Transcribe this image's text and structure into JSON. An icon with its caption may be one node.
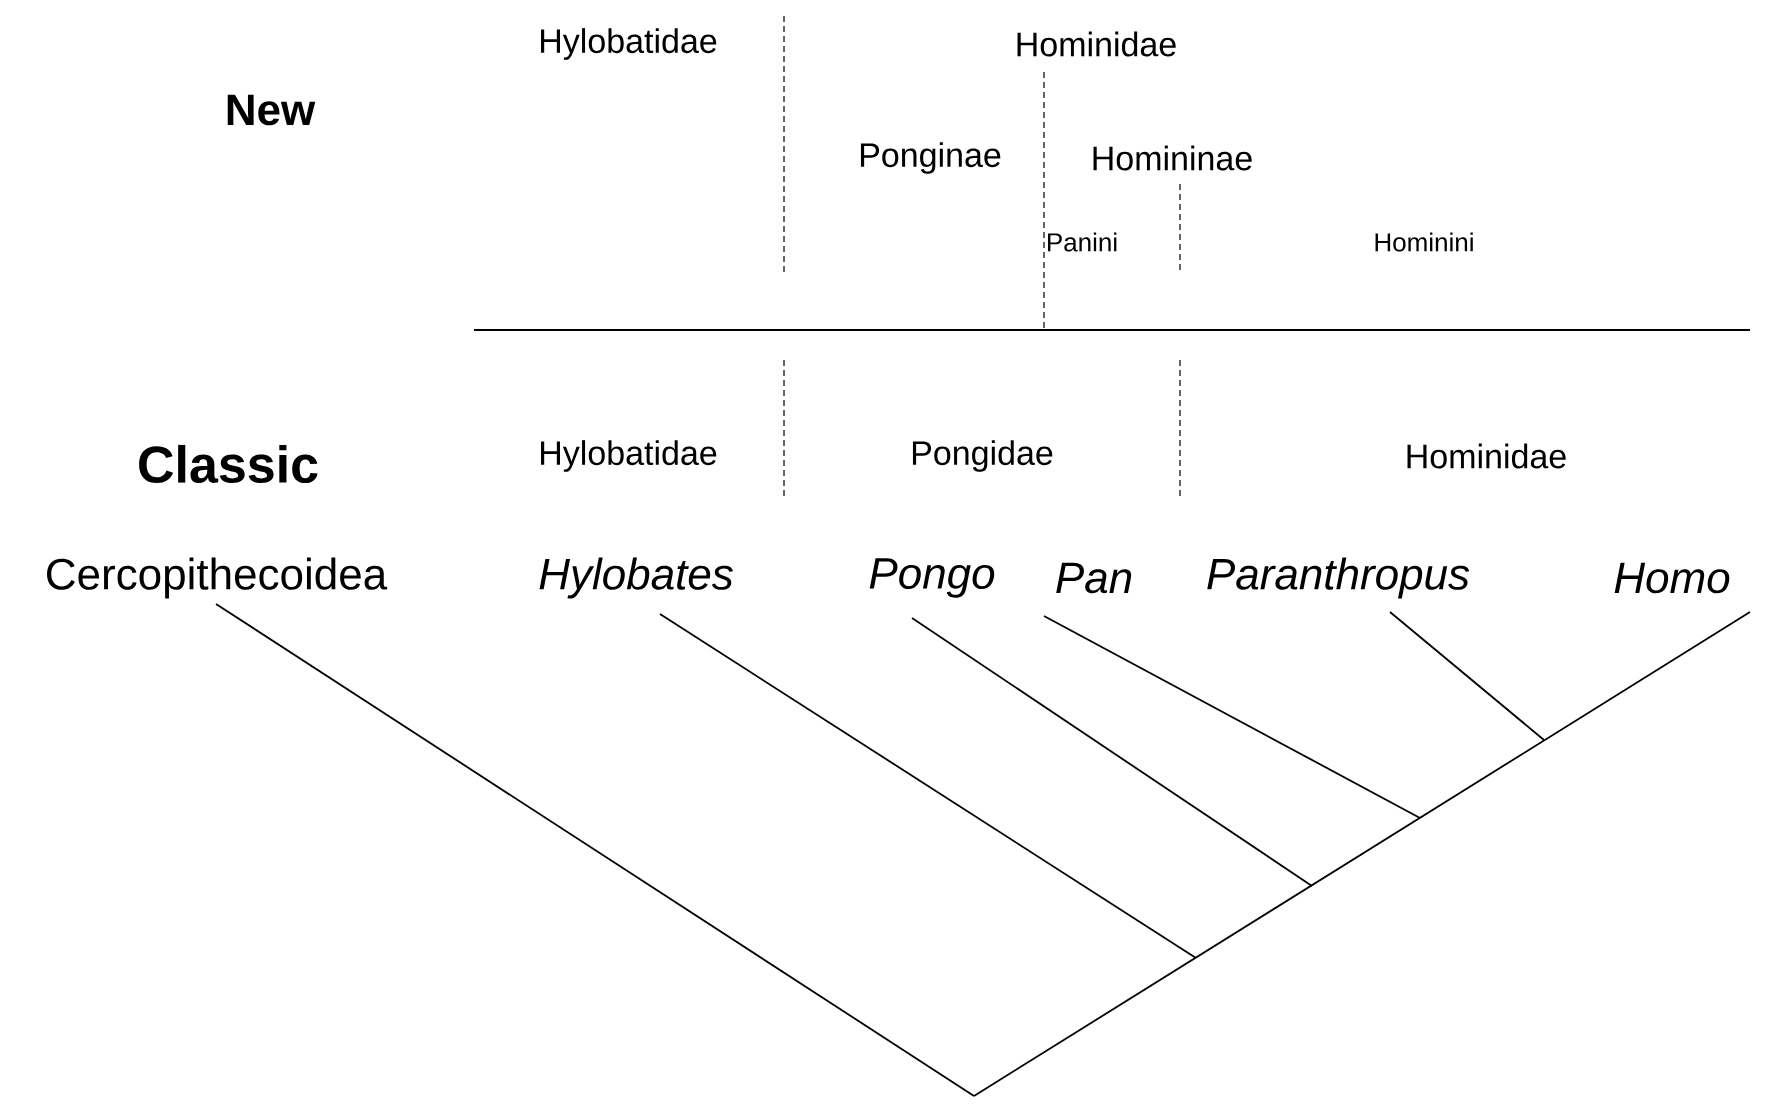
{
  "diagram": {
    "nodes": [
      {
        "text": [
          "Cercopithecoidea"
        ]
      },
      {
        "text": [
          "Hylobates"
        ]
      },
      {
        "text": [
          "Pongo"
        ]
      },
      {
        "text": [
          "Pan"
        ]
      },
      {
        "text": [
          "Paranthropus"
        ]
      },
      {
        "text": [
          "Homo"
        ]
      }
    ],
    "edges": [
      {
        "from": 0,
        "to": null,
        "arrow": "none"
      },
      {
        "from": 1,
        "to": null,
        "arrow": "none"
      },
      {
        "from": 2,
        "to": null,
        "arrow": "none"
      },
      {
        "from": 3,
        "to": null,
        "arrow": "none"
      },
      {
        "from": 4,
        "to": null,
        "arrow": "none"
      },
      {
        "from": 5,
        "to": null,
        "arrow": "none"
      }
    ],
    "labels": [
      "Hylobatidae",
      "Hominidae",
      "New",
      "Ponginae",
      "Homininae",
      "Panini",
      "Hominini",
      "Classic",
      "Hylobatidae",
      "Pongidae",
      "Hominidae"
    ]
  }
}
